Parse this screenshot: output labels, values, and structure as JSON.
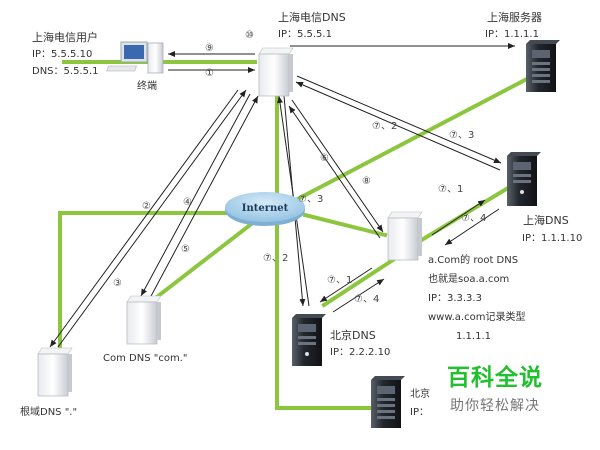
{
  "nodes": {
    "terminal": {
      "title": "上海电信用户",
      "ip": "IP：5.5.5.10",
      "dns": "DNS：5.5.5.1",
      "caption": "终端"
    },
    "sh_telecom_dns": {
      "title": "上海电信DNS",
      "ip": "IP：5.5.5.1"
    },
    "sh_server": {
      "title": "上海服务器",
      "ip": "IP：1.1.1.1"
    },
    "sh_dns": {
      "title": "上海DNS",
      "ip": "IP：1.1.1.10"
    },
    "acom_root": {
      "line1": "a.Com的 root DNS",
      "line2": "也就是soa.a.com",
      "line3": "IP：3.3.3.3",
      "line4": "www.a.com记录类型",
      "line5": "1.1.1.1"
    },
    "bj_dns": {
      "title": "北京DNS",
      "ip": "IP：2.2.2.10"
    },
    "bj_server": {
      "title": "北京",
      "ip": "IP："
    },
    "com_dns": {
      "title": "Com DNS \"com.\""
    },
    "root_dns": {
      "title": "根域DNS \".\""
    },
    "internet": {
      "label": "Internet"
    }
  },
  "steps": {
    "s1": "①",
    "s2": "②",
    "s3": "③",
    "s4": "④",
    "s5": "⑤",
    "s6": "⑥",
    "s8": "⑧",
    "s9": "⑨",
    "s10": "⑩",
    "s7_1_a": "⑦、1",
    "s7_1_b": "⑦、1",
    "s7_2_a": "⑦、2",
    "s7_2_b": "⑦、2",
    "s7_3_a": "⑦、3",
    "s7_3_b": "⑦、3",
    "s7_4_a": "⑦、4",
    "s7_4_b": "⑦、4"
  },
  "colors": {
    "link_green": "#8cc63f",
    "arrow": "#222222",
    "cloud": "#a9cfe8",
    "watermark_green": "#22c02e"
  },
  "watermark": {
    "title": "百科全说",
    "subtitle": "助你轻松解决"
  }
}
